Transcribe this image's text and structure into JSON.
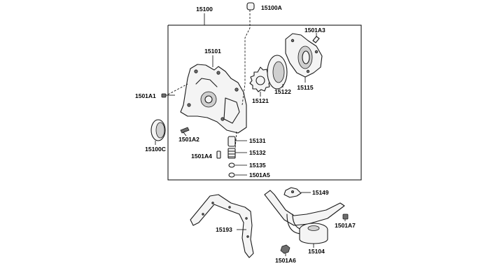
{
  "labels": {
    "l15100": "15100",
    "l15100A": "15100A",
    "l1501A3": "1501A3",
    "l15101": "15101",
    "l1501A1": "1501A1",
    "l15122": "15122",
    "l15115": "15115",
    "l15121": "15121",
    "l15100C": "15100C",
    "l1501A2": "1501A2",
    "l15131": "15131",
    "l15132": "15132",
    "l1501A4": "1501A4",
    "l15135": "15135",
    "l1501A5": "1501A5",
    "l15149": "15149",
    "l15193": "15193",
    "l1501A7": "1501A7",
    "l1501A6": "1501A6",
    "l15104": "15104"
  }
}
